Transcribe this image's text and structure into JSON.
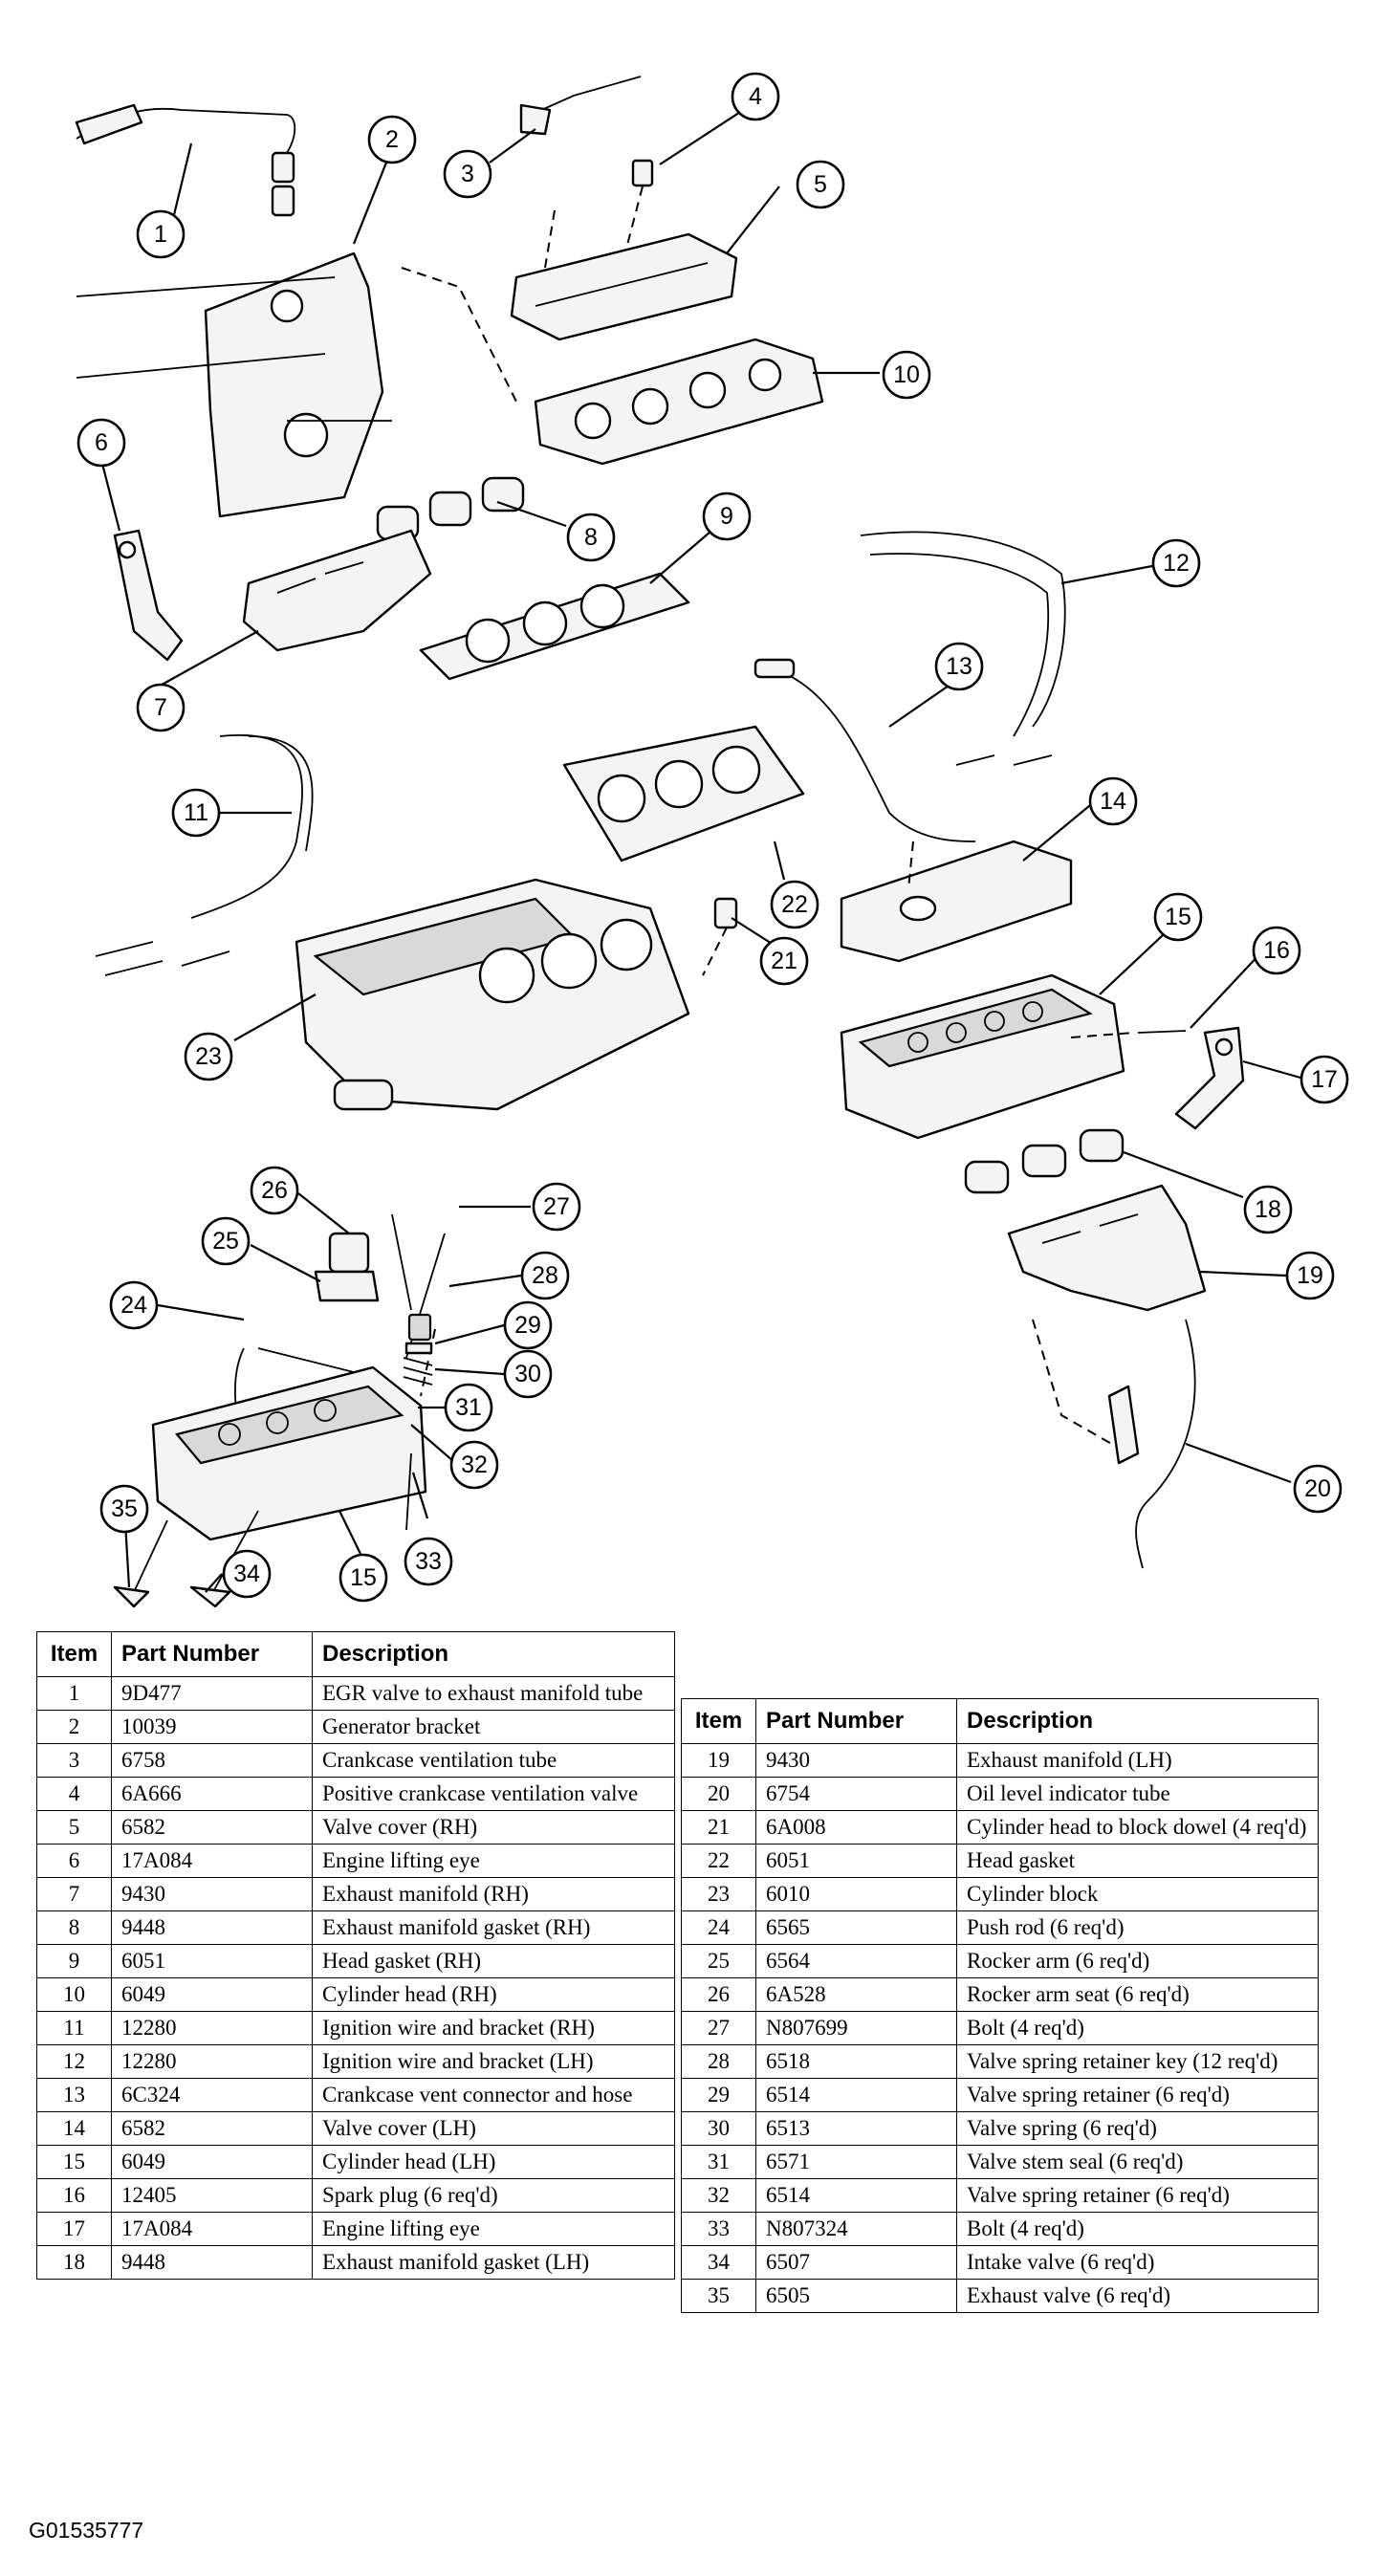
{
  "callouts": [
    "1",
    "2",
    "3",
    "4",
    "5",
    "6",
    "7",
    "8",
    "9",
    "10",
    "11",
    "12",
    "13",
    "14",
    "15",
    "16",
    "17",
    "18",
    "19",
    "20",
    "21",
    "22",
    "23",
    "24",
    "25",
    "26",
    "27",
    "28",
    "29",
    "30",
    "31",
    "32",
    "33",
    "34",
    "35"
  ],
  "table": {
    "headers": {
      "item": "Item",
      "part_number": "Part Number",
      "description": "Description"
    },
    "left_rows": [
      {
        "item": "1",
        "part": "9D477",
        "desc": "EGR valve to exhaust manifold tube"
      },
      {
        "item": "2",
        "part": "10039",
        "desc": "Generator bracket"
      },
      {
        "item": "3",
        "part": "6758",
        "desc": "Crankcase ventilation tube"
      },
      {
        "item": "4",
        "part": "6A666",
        "desc": "Positive crankcase ventilation valve"
      },
      {
        "item": "5",
        "part": "6582",
        "desc": "Valve cover (RH)"
      },
      {
        "item": "6",
        "part": "17A084",
        "desc": "Engine lifting eye"
      },
      {
        "item": "7",
        "part": "9430",
        "desc": "Exhaust manifold (RH)"
      },
      {
        "item": "8",
        "part": "9448",
        "desc": "Exhaust manifold gasket (RH)"
      },
      {
        "item": "9",
        "part": "6051",
        "desc": "Head gasket (RH)"
      },
      {
        "item": "10",
        "part": "6049",
        "desc": "Cylinder head (RH)"
      },
      {
        "item": "11",
        "part": "12280",
        "desc": "Ignition wire and bracket (RH)"
      },
      {
        "item": "12",
        "part": "12280",
        "desc": "Ignition wire and bracket (LH)"
      },
      {
        "item": "13",
        "part": "6C324",
        "desc": "Crankcase vent connector and hose"
      },
      {
        "item": "14",
        "part": "6582",
        "desc": "Valve cover (LH)"
      },
      {
        "item": "15",
        "part": "6049",
        "desc": "Cylinder head (LH)"
      },
      {
        "item": "16",
        "part": "12405",
        "desc": "Spark plug (6 req'd)"
      },
      {
        "item": "17",
        "part": "17A084",
        "desc": "Engine lifting eye"
      },
      {
        "item": "18",
        "part": "9448",
        "desc": "Exhaust manifold gasket (LH)"
      }
    ],
    "right_rows": [
      {
        "item": "19",
        "part": "9430",
        "desc": "Exhaust manifold (LH)"
      },
      {
        "item": "20",
        "part": "6754",
        "desc": "Oil level indicator tube"
      },
      {
        "item": "21",
        "part": "6A008",
        "desc": "Cylinder head to block dowel (4 req'd)"
      },
      {
        "item": "22",
        "part": "6051",
        "desc": "Head gasket"
      },
      {
        "item": "23",
        "part": "6010",
        "desc": "Cylinder block"
      },
      {
        "item": "24",
        "part": "6565",
        "desc": "Push rod (6 req'd)"
      },
      {
        "item": "25",
        "part": "6564",
        "desc": "Rocker arm (6 req'd)"
      },
      {
        "item": "26",
        "part": "6A528",
        "desc": "Rocker arm seat (6 req'd)"
      },
      {
        "item": "27",
        "part": "N807699",
        "desc": "Bolt (4 req'd)"
      },
      {
        "item": "28",
        "part": "6518",
        "desc": "Valve spring retainer key (12 req'd)"
      },
      {
        "item": "29",
        "part": "6514",
        "desc": "Valve spring retainer (6 req'd)"
      },
      {
        "item": "30",
        "part": "6513",
        "desc": "Valve spring (6 req'd)"
      },
      {
        "item": "31",
        "part": "6571",
        "desc": "Valve stem seal (6 req'd)"
      },
      {
        "item": "32",
        "part": "6514",
        "desc": "Valve spring retainer (6 req'd)"
      },
      {
        "item": "33",
        "part": "N807324",
        "desc": "Bolt (4 req'd)"
      },
      {
        "item": "34",
        "part": "6507",
        "desc": "Intake valve (6 req'd)"
      },
      {
        "item": "35",
        "part": "6505",
        "desc": "Exhaust valve (6 req'd)"
      }
    ]
  },
  "figure_code": "G01535777"
}
